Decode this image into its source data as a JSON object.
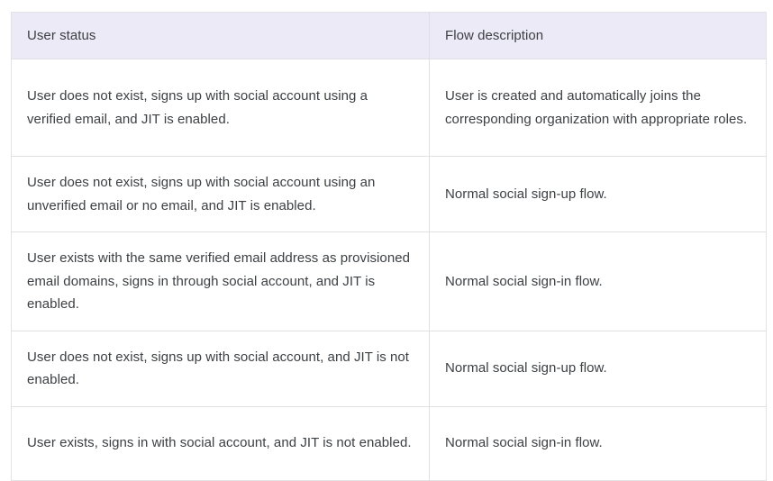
{
  "table": {
    "columns": [
      {
        "key": "user_status",
        "label": "User status"
      },
      {
        "key": "flow_description",
        "label": "Flow description"
      }
    ],
    "rows": [
      {
        "user_status": "User does not exist, signs up with social account using a verified email, and JIT is enabled.",
        "flow_description": "User is created and automatically joins the corresponding organization with appropriate roles."
      },
      {
        "user_status": "User does not exist, signs up with social account using an unverified email or no email, and JIT is enabled.",
        "flow_description": "Normal social sign-up flow."
      },
      {
        "user_status": "User exists with the same verified email address as provisioned email domains, signs in through social account, and JIT is enabled.",
        "flow_description": "Normal social sign-in flow."
      },
      {
        "user_status": "User does not exist, signs up with social account, and JIT is not enabled.",
        "flow_description": "Normal social sign-up flow."
      },
      {
        "user_status": "User exists, signs in with social account, and JIT is not enabled.",
        "flow_description": "Normal social sign-in flow."
      }
    ]
  },
  "colors": {
    "page_background": "#ffffff",
    "header_background": "#edeaf7",
    "header_text": "#3c4043",
    "body_text": "#3c4043",
    "row_border": "#e0e0e3",
    "header_border": "#dedde6"
  }
}
